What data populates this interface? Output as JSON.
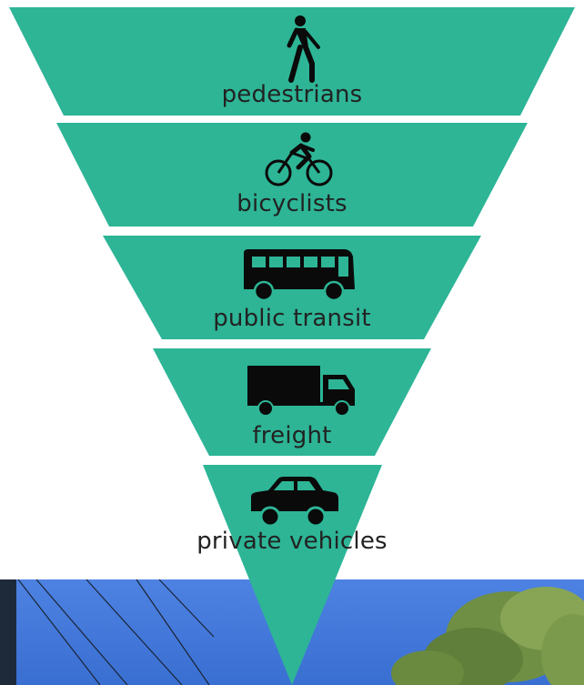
{
  "diagram": {
    "tiers": [
      {
        "label": "pedestrians",
        "icon": "pedestrian-icon"
      },
      {
        "label": "bicyclists",
        "icon": "bicycle-icon"
      },
      {
        "label": "public transit",
        "icon": "bus-icon"
      },
      {
        "label": "freight",
        "icon": "truck-icon"
      },
      {
        "label": "private vehicles",
        "icon": "car-icon"
      }
    ]
  },
  "colors": {
    "tier_fill": "#2db596",
    "icon": "#0a0a0a",
    "label": "#222222",
    "sky_top": "#4a7fe0",
    "sky_bottom": "#3f74d8",
    "tree": "#7a9a4a"
  }
}
